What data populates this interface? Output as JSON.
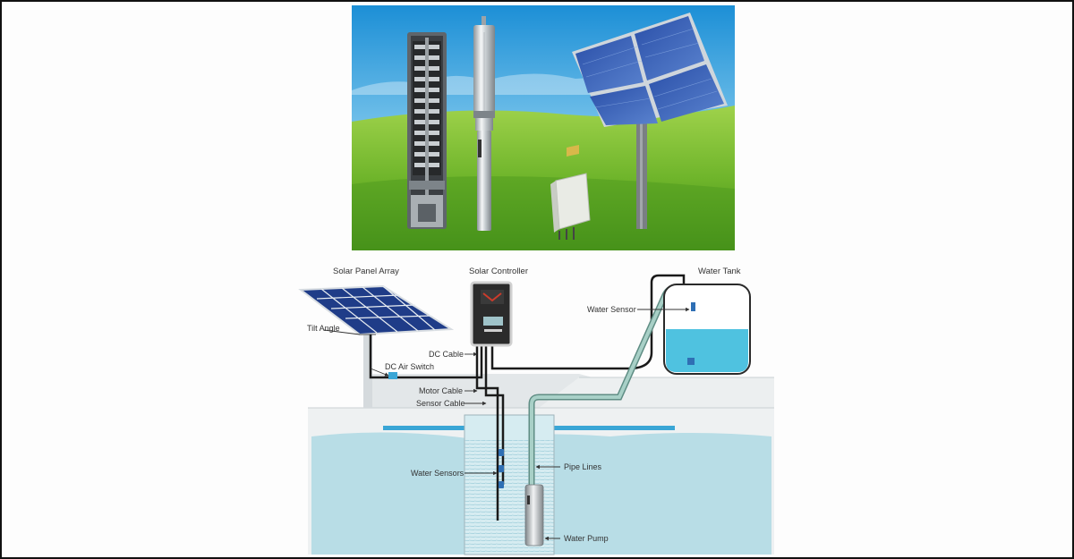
{
  "diagram": {
    "labels": {
      "solar_panel_array": "Solar Panel Array",
      "solar_controller": "Solar Controller",
      "water_tank": "Water Tank",
      "water_sensor": "Water Sensor",
      "tilt_angle": "Tilt Angle",
      "dc_cable": "DC Cable",
      "dc_air_switch": "DC Air Switch",
      "motor_cable": "Motor Cable",
      "sensor_cable": "Sensor Cable",
      "water_sensors": "Water Sensors",
      "pipe_lines": "Pipe Lines",
      "water_pump": "Water Pump"
    },
    "colors": {
      "water": "#b8dde6",
      "tank_water": "#4fc2e0",
      "pipe": "#86b8ae",
      "panel": "#2d4f9e",
      "cable": "#1a1a1a",
      "ground": "#e8ecee",
      "water_line": "#3aa6d6"
    }
  },
  "photo": {
    "icons": [
      "sky-background",
      "grass-field",
      "pump-cutaway-icon",
      "pump-steel-icon",
      "controller-box-icon",
      "solar-panel-photo-icon"
    ]
  }
}
